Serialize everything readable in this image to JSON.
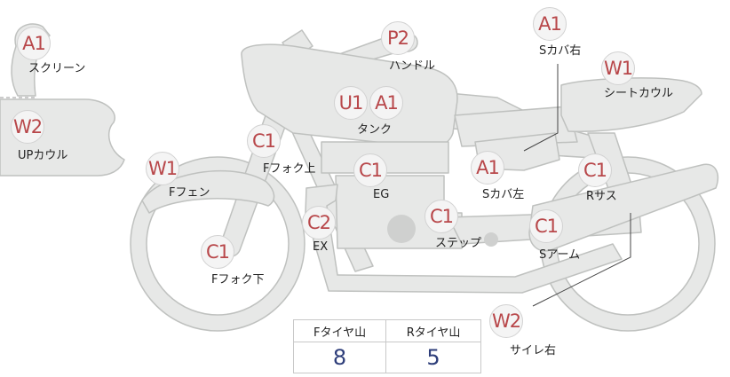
{
  "colors": {
    "body_fill": "#e7e8e7",
    "body_stroke": "#bfc1bf",
    "badge_text": "#b8474a",
    "value_text": "#2e3e7a"
  },
  "badges": [
    {
      "code": "A1",
      "label": "スクリーン"
    },
    {
      "code": "W2",
      "label": "UPカウル"
    },
    {
      "code": "P2",
      "label": "ハンドル"
    },
    {
      "code": "A1",
      "label": "Sカバ右"
    },
    {
      "code": "W1",
      "label": "シートカウル"
    },
    {
      "code": "U1",
      "label": ""
    },
    {
      "code": "A1",
      "label": "タンク"
    },
    {
      "code": "C1",
      "label": "Fフォク上"
    },
    {
      "code": "W1",
      "label": "Fフェン"
    },
    {
      "code": "C1",
      "label": "EG"
    },
    {
      "code": "A1",
      "label": "Sカバ左"
    },
    {
      "code": "C1",
      "label": "Rサス"
    },
    {
      "code": "C2",
      "label": "EX"
    },
    {
      "code": "C1",
      "label": "ステップ"
    },
    {
      "code": "C1",
      "label": "Sアーム"
    },
    {
      "code": "C1",
      "label": "Fフォク下"
    },
    {
      "code": "W2",
      "label": "サイレ右"
    }
  ],
  "tread_table": {
    "headers": [
      "Fタイヤ山",
      "Rタイヤ山"
    ],
    "values": [
      "8",
      "5"
    ]
  }
}
